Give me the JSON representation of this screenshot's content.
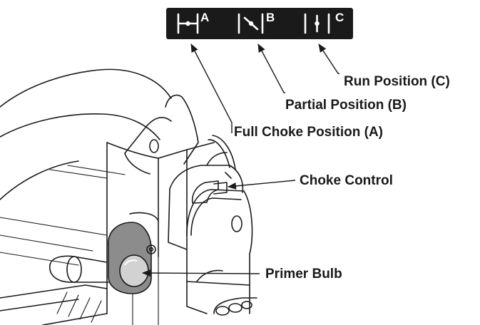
{
  "symbol_panel": {
    "symbols": [
      {
        "letter": "A",
        "icon": "full-choke-symbol-icon"
      },
      {
        "letter": "B",
        "icon": "partial-choke-symbol-icon"
      },
      {
        "letter": "C",
        "icon": "run-symbol-icon"
      }
    ],
    "background": "#1a1a1a",
    "foreground": "#ffffff"
  },
  "callouts": {
    "run": "Run Position (C)",
    "partial": "Partial Position (B)",
    "full": "Full Choke Position (A)",
    "choke": "Choke Control",
    "primer": "Primer Bulb"
  },
  "colors": {
    "line_art": "#1a1a1a",
    "primer_housing": "#8c8c8c",
    "primer_bulb": "#d2d2d2"
  }
}
